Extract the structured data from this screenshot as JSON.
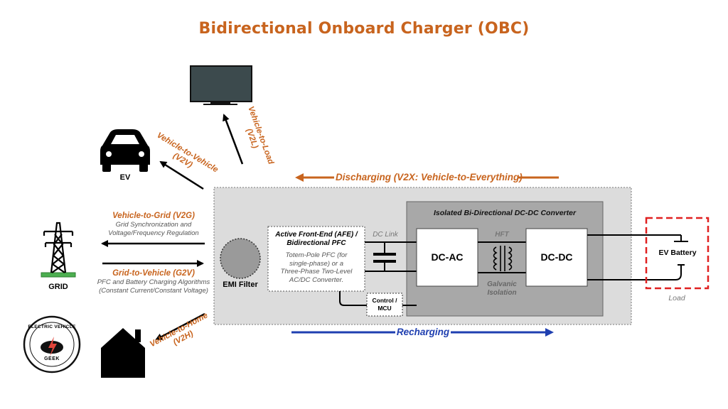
{
  "title": "Bidirectional Onboard Charger (OBC)",
  "flows": {
    "discharging": "Discharging (V2X: Vehicle-to-Everything)",
    "recharging": "Recharging"
  },
  "modes": {
    "v2l": {
      "line1": "Vehicle-to-Load",
      "line2": "(V2L)"
    },
    "v2v": {
      "line1": "Vehicle-to-Vehicle",
      "line2": "(V2V)"
    },
    "v2g": {
      "title": "Vehicle-to-Grid (V2G)",
      "desc1": "Grid Synchronization and",
      "desc2": "Voltage/Frequency Regulation"
    },
    "g2v": {
      "title": "Grid-to-Vehicle (G2V)",
      "desc1": "PFC and Battery Charging Algorithms",
      "desc2": "(Constant Current/Constant Voltage)"
    },
    "v2h": {
      "line1": "Vehicle-to-Home",
      "line2": "(V2H)"
    }
  },
  "endpoints": {
    "ev": "EV",
    "grid": "GRID"
  },
  "blocks": {
    "emi_filter": "EMI Filter",
    "afe": {
      "title1": "Active Front-End (AFE) /",
      "title2": "Bidirectional PFC",
      "desc1": "Totem-Pole PFC (for",
      "desc2": "single-phase) or a",
      "desc3": "Three-Phase Two-Level",
      "desc4": "AC/DC Converter."
    },
    "dc_link": "DC Link",
    "control": {
      "line1": "Control /",
      "line2": "MCU"
    },
    "isolated_converter": "Isolated Bi-Directional DC-DC Converter",
    "dc_ac": "DC-AC",
    "hft": "HFT",
    "galvanic": {
      "line1": "Galvanic",
      "line2": "Isolation"
    },
    "dc_dc": "DC-DC",
    "battery": "EV Battery",
    "load": "Load"
  },
  "logo": {
    "top": "ELECTRIC VEHICLE",
    "bottom": "GEEK"
  },
  "colors": {
    "accent_orange": "#c8641e",
    "recharge_blue": "#1f3fb0",
    "load_red": "#e02020",
    "panel_gray": "#dcdcdc",
    "inner_gray": "#a8a8a8"
  }
}
